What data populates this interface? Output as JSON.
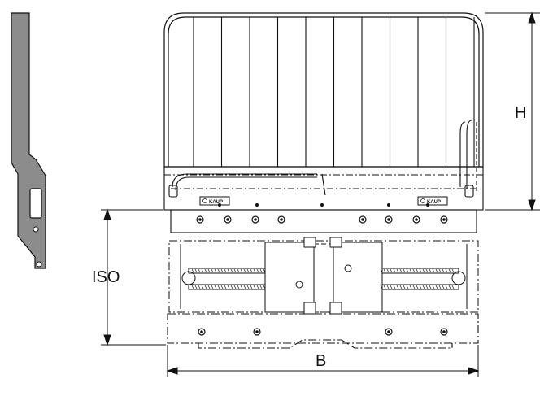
{
  "dimensions": {
    "height_label": "H",
    "iso_label": "ISO",
    "width_label": "B"
  },
  "brand": {
    "left_plate": "KAUP",
    "right_plate": "KAUP"
  },
  "colors": {
    "line": "#111111",
    "side_profile_fill": "#8c8c8c",
    "background": "#ffffff"
  }
}
